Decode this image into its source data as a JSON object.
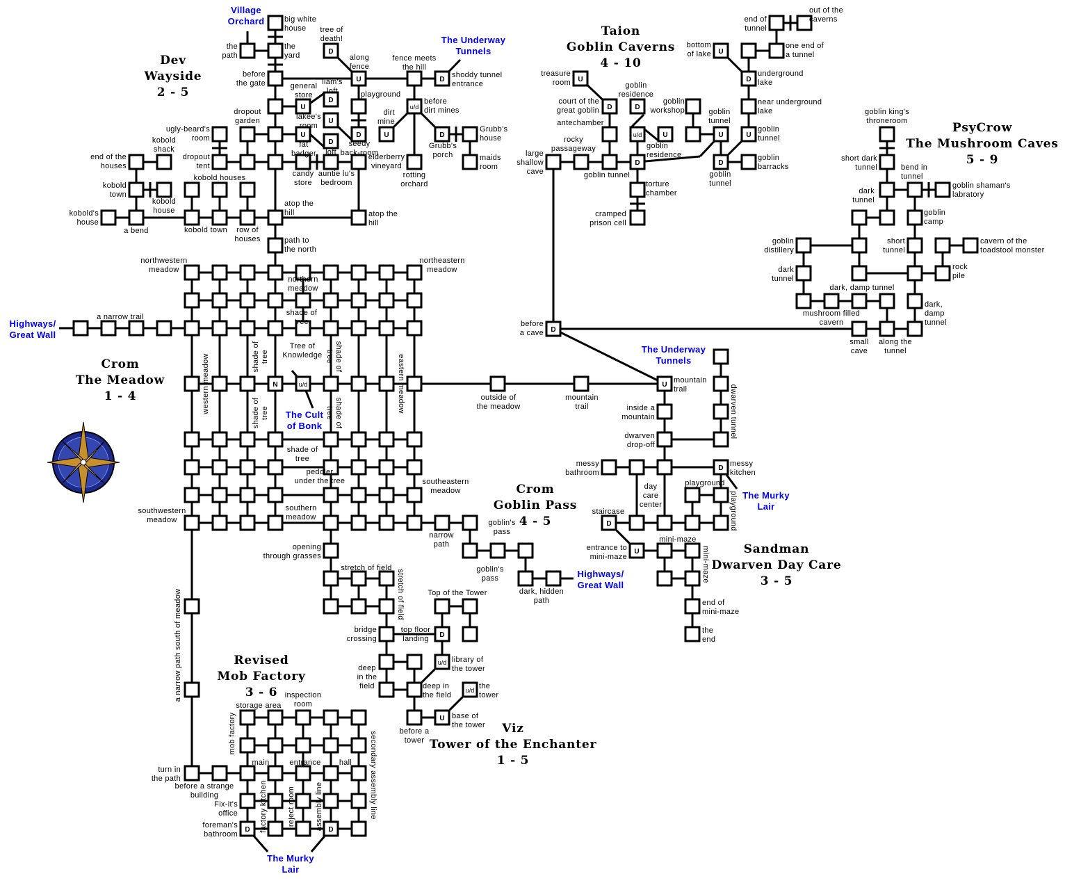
{
  "markers": {
    "up": "U",
    "down": "D",
    "updown": "u/d",
    "north": "N"
  },
  "areas": {
    "dev": [
      "Dev",
      "Wayside",
      "2 - 5"
    ],
    "taion": [
      "Taion",
      "Goblin Caverns",
      "4 - 10"
    ],
    "psycrow": [
      "PsyCrow",
      "The Mushroom Caves",
      "5 - 9"
    ],
    "crom_meadow": [
      "Crom",
      "The Meadow",
      "1 - 4"
    ],
    "crom_pass": [
      "Crom",
      "Goblin Pass",
      "4 - 5"
    ],
    "sandman": [
      "Sandman",
      "Dwarven Day Care",
      "3 - 5"
    ],
    "revised": [
      "Revised",
      "Mob Factory",
      "3 - 6"
    ],
    "viz": [
      "Viz",
      "Tower of the Enchanter",
      "1 - 5"
    ]
  },
  "links": {
    "village_orchard": [
      "Village",
      "Orchard"
    ],
    "underway1": [
      "The Underway",
      "Tunnels"
    ],
    "highways1": [
      "Highways/",
      "Great Wall"
    ],
    "underway2": [
      "The Underway",
      "Tunnels"
    ],
    "cult": [
      "The Cult",
      "of Bonk"
    ],
    "murky1": [
      "The Murky",
      "Lair"
    ],
    "highways2": [
      "Highways/",
      "Great Wall"
    ],
    "murky2": [
      "The Murky",
      "Lair"
    ]
  },
  "labels": {
    "big_white_house": [
      "big white",
      "house"
    ],
    "the_path": [
      "the",
      "path"
    ],
    "the_yard": [
      "the",
      "yard"
    ],
    "before_gate": [
      "before",
      "the gate"
    ],
    "general_store": [
      "general",
      "store"
    ],
    "liams_loft": [
      "liam's",
      "loft"
    ],
    "lakees_room": [
      "lakee's",
      "room"
    ],
    "dropout_garden": [
      "dropout",
      "garden"
    ],
    "ugly_beard": [
      "ugly-beard's",
      "room"
    ],
    "kobold_shack": [
      "kobold",
      "shack"
    ],
    "fat_badger": [
      "fat",
      "badger"
    ],
    "loft": [
      "loft"
    ],
    "seedy": [
      "seedy",
      "back-room"
    ],
    "dropout_tent": [
      "dropout",
      "tent"
    ],
    "end_of_houses": [
      "end of the",
      "houses"
    ],
    "elderberry": [
      "elderberry",
      "vineyard"
    ],
    "candy": [
      "candy",
      "store"
    ],
    "auntie": [
      "auntie lu's",
      "bedroom"
    ],
    "rotting": [
      "rotting",
      "orchard"
    ],
    "kobold_houses": [
      "kobold houses"
    ],
    "kobold_town_w": [
      "kobold",
      "town"
    ],
    "kobold_house": [
      "kobold",
      "house"
    ],
    "atop_hill_1": [
      "atop the",
      "hill"
    ],
    "atop_hill_2": [
      "atop the",
      "hill"
    ],
    "kobolds_house": [
      "kobold's",
      "house"
    ],
    "a_bend": [
      "a bend"
    ],
    "kobold_town": [
      "kobold town"
    ],
    "row_houses": [
      "row of",
      "houses"
    ],
    "path_north": [
      "path to",
      "the north"
    ],
    "tree_death": [
      "tree of",
      "death!"
    ],
    "along_fence": [
      "along",
      "fence"
    ],
    "fence_meets": [
      "fence meets",
      "the hill"
    ],
    "shoddy": [
      "shoddy tunnel",
      "entrance"
    ],
    "playground": [
      "playground"
    ],
    "before_dirt": [
      "before",
      "dirt mines"
    ],
    "dirt_mine": [
      "dirt",
      "mine"
    ],
    "grubbs_house": [
      "Grubb's",
      "house"
    ],
    "grubbs_porch": [
      "Grubb's",
      "porch"
    ],
    "maids": [
      "maids",
      "room"
    ],
    "treasure": [
      "treasure",
      "room"
    ],
    "court": [
      "court of the",
      "great goblin"
    ],
    "antechamber": [
      "antechamber"
    ],
    "goblin_res1": [
      "goblin",
      "residence"
    ],
    "workshop": [
      "goblin",
      "workshop"
    ],
    "goblin_res2": [
      "goblin",
      "residence"
    ],
    "rocky": [
      "rocky",
      "passageway"
    ],
    "large_cave": [
      "large",
      "shallow",
      "cave"
    ],
    "goblin_tunnel1": [
      "goblin tunnel"
    ],
    "torture": [
      "torture",
      "chamber"
    ],
    "prison": [
      "cramped",
      "prison cell"
    ],
    "goblin_tunnel2": [
      "goblin",
      "tunnel"
    ],
    "goblin_tunnel3": [
      "goblin",
      "tunnel"
    ],
    "barracks": [
      "goblin",
      "barracks"
    ],
    "goblin_tunnel4": [
      "goblin",
      "tunnel"
    ],
    "near_lake": [
      "near underground",
      "lake"
    ],
    "underground_lake": [
      "underground",
      "lake"
    ],
    "bottom_lake": [
      "bottom",
      "of lake"
    ],
    "one_end": [
      "one end of",
      "a tunnel"
    ],
    "end_tunnel": [
      "end of",
      "tunnel"
    ],
    "out_caverns": [
      "out of the",
      "caverns"
    ],
    "throne": [
      "goblin king's",
      "throneroom"
    ],
    "short_dark": [
      "short dark",
      "tunnel"
    ],
    "bend_tunnel": [
      "bend in",
      "tunnel"
    ],
    "dark_tunnel1": [
      "dark",
      "tunnel"
    ],
    "shaman": [
      "goblin shaman's",
      "labratory"
    ],
    "goblin_camp": [
      "goblin",
      "camp"
    ],
    "distillery": [
      "goblin",
      "distillery"
    ],
    "short_tunnel": [
      "short",
      "tunnel"
    ],
    "cavern_toad": [
      "cavern of the",
      "toadstool monster"
    ],
    "dark_tunnel2": [
      "dark",
      "tunnel"
    ],
    "rock_pile": [
      "rock",
      "pile"
    ],
    "dark_damp": [
      "dark, damp tunnel"
    ],
    "dark_damp2": [
      "dark,",
      "damp",
      "tunnel"
    ],
    "mushroom_filled": [
      "mushroom filled",
      "cavern"
    ],
    "small_cave": [
      "small",
      "cave"
    ],
    "along_tunnel": [
      "along the",
      "tunnel"
    ],
    "before_cave": [
      "before",
      "a cave"
    ],
    "nw_meadow": [
      "northwestern",
      "meadow"
    ],
    "ne_meadow": [
      "northeastern",
      "meadow"
    ],
    "northern_meadow": [
      "northern",
      "meadow"
    ],
    "shade1": [
      "shade of",
      "tree"
    ],
    "narrow_trail": [
      "a narrow trail"
    ],
    "tree_knowledge": [
      "Tree of",
      "Knowledge"
    ],
    "western_meadow": [
      "western meadow"
    ],
    "shade_v1": [
      "shade of",
      "tree"
    ],
    "shade_v2": [
      "shade of",
      "tree"
    ],
    "shade_v3": [
      "shade of",
      "tree"
    ],
    "shade_v4": [
      "shade of",
      "tree"
    ],
    "eastern_meadow": [
      "eastern meadow"
    ],
    "shade_lower": [
      "shade of",
      "tree"
    ],
    "peddler": [
      "peddler",
      "under the tree"
    ],
    "se_meadow": [
      "southeastern",
      "meadow"
    ],
    "sw_meadow": [
      "southwestern",
      "meadow"
    ],
    "southern_meadow": [
      "southern",
      "meadow"
    ],
    "outside_meadow": [
      "outside of",
      "the meadow"
    ],
    "mountain_trail1": [
      "mountain",
      "trail"
    ],
    "mountain_trail2": [
      "mountain",
      "trail"
    ],
    "inside_mountain": [
      "inside a",
      "mountain"
    ],
    "dwarven_drop": [
      "dwarven",
      "drop-off"
    ],
    "dwarven_tunnel": [
      "dwarven tunnel"
    ],
    "messy_bathroom": [
      "messy",
      "bathroom"
    ],
    "messy_kitchen": [
      "messy",
      "kitchen"
    ],
    "day_care": [
      "day",
      "care",
      "center"
    ],
    "playground2": [
      "playground"
    ],
    "playground3": [
      "playground"
    ],
    "staircase": [
      "staircase"
    ],
    "mini_maze": [
      "mini-maze"
    ],
    "mini_maze_v": [
      "mini-maze"
    ],
    "entrance_mini": [
      "entrance to",
      "mini-maze"
    ],
    "end_mini": [
      "end of",
      "mini-maze"
    ],
    "the_end": [
      "the",
      "end"
    ],
    "goblins_pass1": [
      "goblin's",
      "pass"
    ],
    "narrow_path": [
      "narrow",
      "path"
    ],
    "goblins_pass2": [
      "goblin's",
      "pass"
    ],
    "dark_hidden": [
      "dark, hidden",
      "path"
    ],
    "opening": [
      "opening",
      "through grasses"
    ],
    "stretch1": [
      "stretch of field"
    ],
    "stretch2": [
      "stretch of field"
    ],
    "top_tower": [
      "Top of the Tower"
    ],
    "bridge": [
      "bridge",
      "crossing"
    ],
    "top_floor": [
      "top floor",
      "landing"
    ],
    "library": [
      "library of",
      "the tower"
    ],
    "deep_field1": [
      "deep",
      "in the",
      "field"
    ],
    "deep_field2": [
      "deep in",
      "the field"
    ],
    "the_tower": [
      "the",
      "tower"
    ],
    "base_tower": [
      "base of",
      "the tower"
    ],
    "before_tower": [
      "before a",
      "tower"
    ],
    "narrow_path_south": [
      "a narrow path south of meadow"
    ],
    "inspection": [
      "inspection",
      "room"
    ],
    "storage": [
      "storage area"
    ],
    "mob_factory_v": [
      "mob factory"
    ],
    "main": [
      "main"
    ],
    "entrance": [
      "entrance"
    ],
    "hall": [
      "hall"
    ],
    "secondary": [
      "secondary assembly line"
    ],
    "turn": [
      "turn in",
      "the path"
    ],
    "strange_building": [
      "before a strange",
      "building"
    ],
    "fixits": [
      "Fix-it's",
      "office"
    ],
    "foremans": [
      "foreman's",
      "bathroom"
    ],
    "factory_kitchen": [
      "factory kitchen"
    ],
    "reject_room": [
      "reject room"
    ],
    "assembly_line": [
      "assembly line"
    ]
  },
  "colors": {
    "link": "#0000ee",
    "ink": "#000000",
    "compass_blue": "#1b2a8c",
    "compass_gold": "#c8902c"
  }
}
